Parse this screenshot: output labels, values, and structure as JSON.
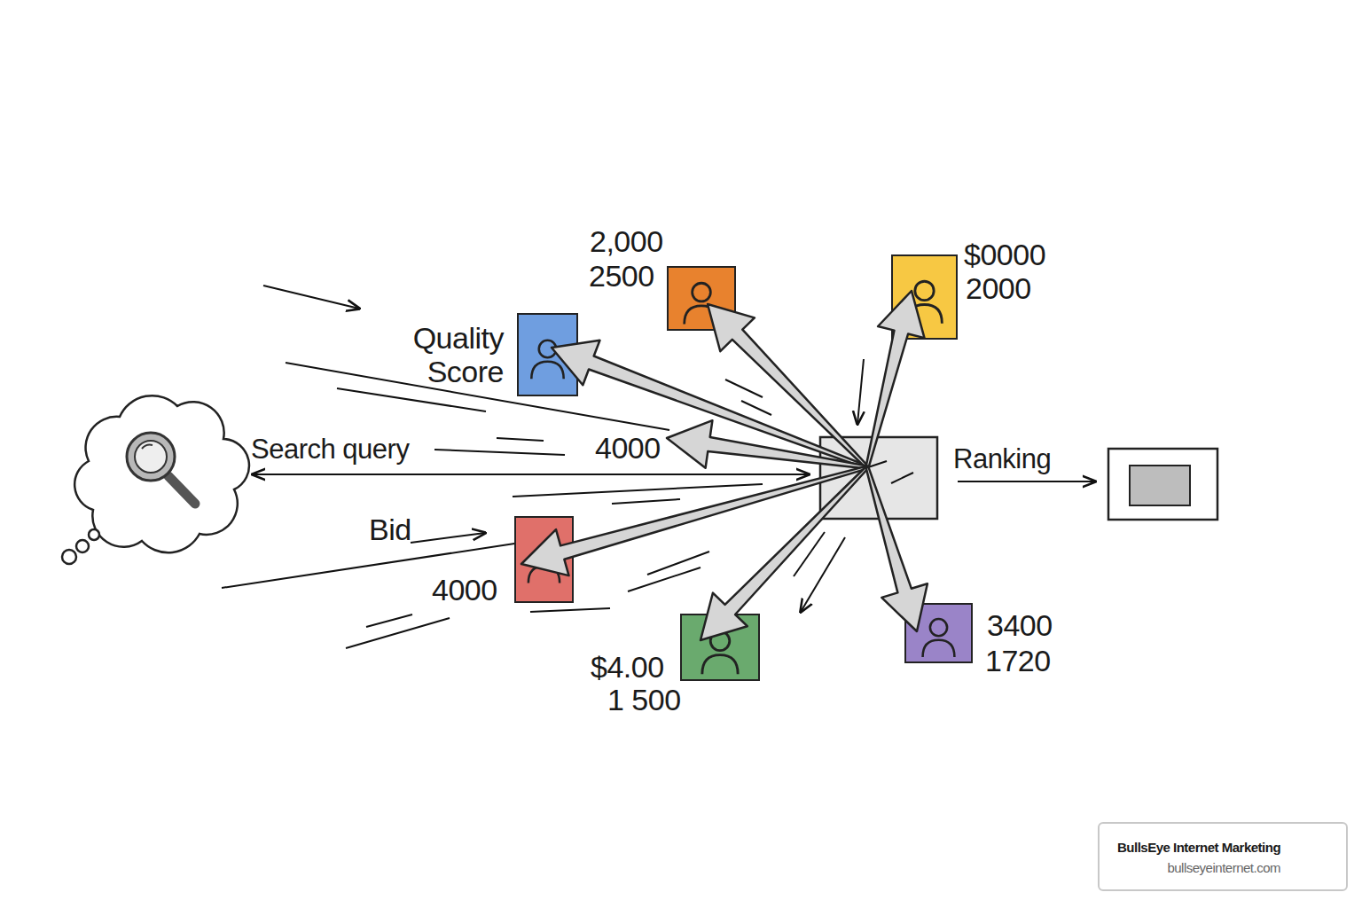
{
  "diagram": {
    "nodes": [
      {
        "text": [
          "2,000",
          "2500"
        ]
      },
      {
        "text": [
          "$0000",
          "2000"
        ]
      },
      {
        "text": [
          "Quality Score"
        ]
      },
      {
        "text": [
          "Bid",
          "4000"
        ]
      },
      {
        "text": [
          "$4.00",
          "1 500"
        ]
      },
      {
        "text": [
          "3400",
          "1720"
        ]
      },
      {
        "text": [
          "BullsEye Internet Marketing",
          "bullseyeinternet.com"
        ]
      }
    ],
    "labels": [
      "Search query",
      "4000",
      "Ranking"
    ]
  }
}
